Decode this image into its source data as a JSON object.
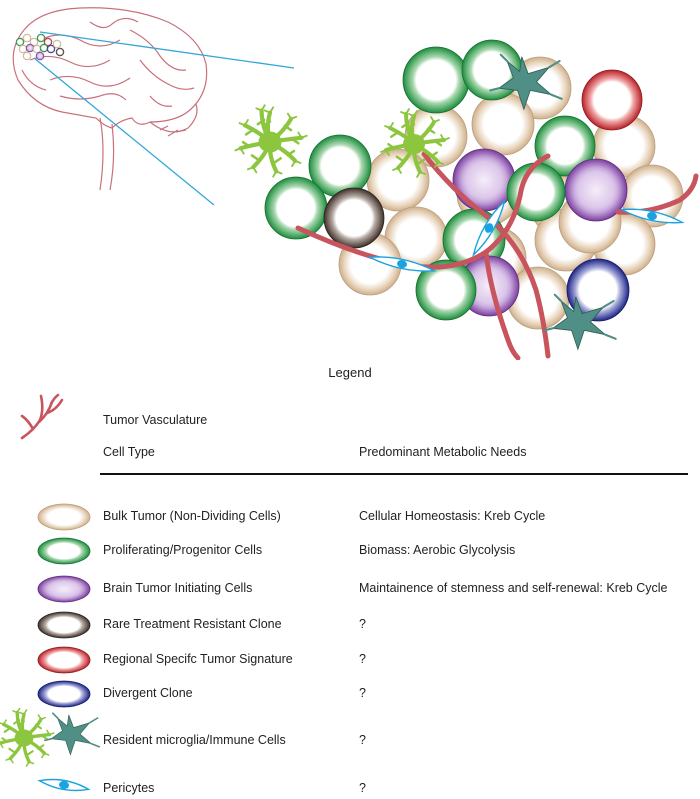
{
  "legend_title": "Legend",
  "vasculature_label": "Tumor Vasculature",
  "table_headers": {
    "cell_type": "Cell Type",
    "metabolic_needs": "Predominant Metabolic Needs"
  },
  "colors": {
    "bulk_tumor": "#d9bfa0",
    "proliferating": "#1e8e3e",
    "initiating": "#8a46a8",
    "resistant_clone": "#4a3a33",
    "regional_signature": "#c0272d",
    "divergent_clone": "#1f2a8a",
    "microglia": "#8cc63f",
    "immune": "#4f8f86",
    "pericyte": "#1aa3e0",
    "vasculature": "#c8545e",
    "brain": "#c9707a",
    "pointer_lines": "#31a8d8"
  },
  "rows": [
    {
      "cell_type": "Bulk Tumor (Non-Dividing Cells)",
      "metabolic_needs": "Cellular Homeostasis: Kreb Cycle",
      "icon": "bulk-tumor-cell-icon"
    },
    {
      "cell_type": "Proliferating/Progenitor  Cells",
      "metabolic_needs": "Biomass: Aerobic Glycolysis",
      "icon": "proliferating-cell-icon"
    },
    {
      "cell_type": "Brain Tumor Initiating Cells",
      "metabolic_needs": "Maintainence of stemness and self-renewal: Kreb Cycle",
      "icon": "initiating-cell-icon"
    },
    {
      "cell_type": "Rare Treatment Resistant Clone",
      "metabolic_needs": "?",
      "icon": "resistant-clone-icon"
    },
    {
      "cell_type": "Regional Specifc Tumor Signature",
      "metabolic_needs": "?",
      "icon": "regional-signature-icon"
    },
    {
      "cell_type": "Divergent Clone",
      "metabolic_needs": "?",
      "icon": "divergent-clone-icon"
    },
    {
      "cell_type": "Resident microglia/Immune Cells",
      "metabolic_needs": "?",
      "icon": "microglia-immune-icon"
    },
    {
      "cell_type": "Pericytes",
      "metabolic_needs": "?",
      "icon": "pericyte-icon"
    }
  ]
}
